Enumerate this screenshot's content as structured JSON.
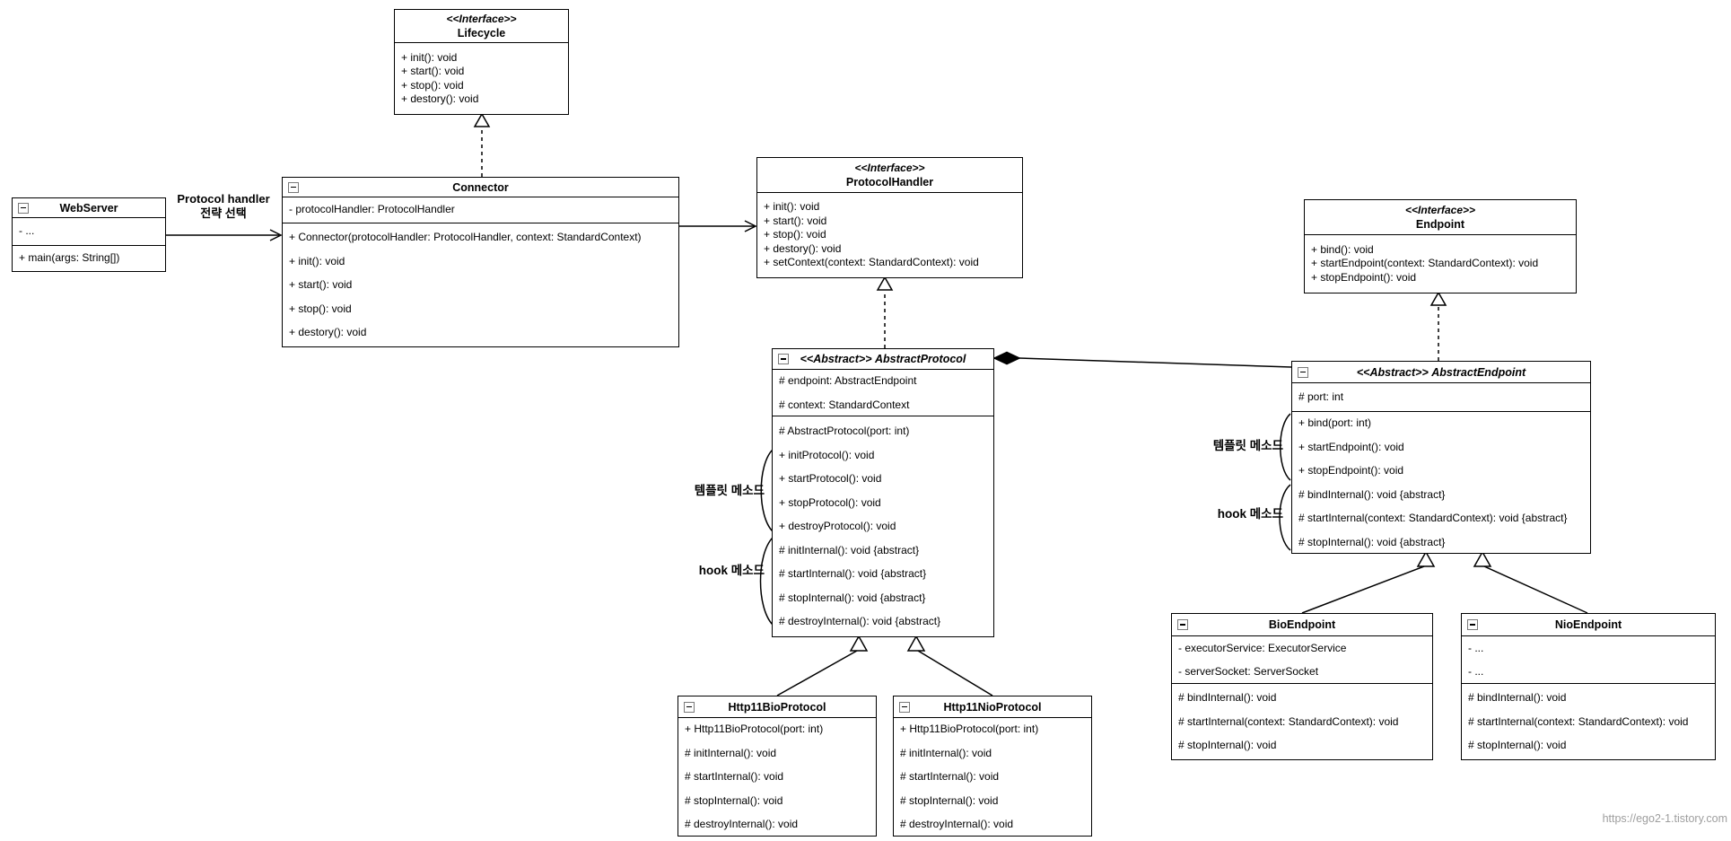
{
  "colors": {
    "line": "#000000",
    "box_bg": "#ffffff",
    "watermark_text": "#9e9e9e"
  },
  "watermark": "https://ego2-1.tistory.com",
  "annotations": {
    "protocol_handler_line1": "Protocol handler",
    "protocol_handler_line2": "전략 선택",
    "protocol_template_label": "템플릿 메소드",
    "protocol_hook_label": "hook 메소드",
    "endpoint_template_label": "템플릿 메소드",
    "endpoint_hook_label": "hook 메소드"
  },
  "classes": {
    "webserver": {
      "name": "WebServer",
      "attributes": [
        "- ..."
      ],
      "methods": [
        "+ main(args: String[])"
      ]
    },
    "lifecycle": {
      "stereotype": "<<Interface>>",
      "name": "Lifecycle",
      "methods": [
        "+ init(): void",
        "+ start(): void",
        "+ stop(): void",
        "+ destory(): void"
      ]
    },
    "connector": {
      "name": "Connector",
      "attributes": [
        "- protocolHandler: ProtocolHandler"
      ],
      "methods": [
        "+ Connector(protocolHandler: ProtocolHandler, context: StandardContext)",
        "+ init(): void",
        "+ start(): void",
        "+ stop(): void",
        "+ destory(): void"
      ]
    },
    "protocol_handler": {
      "stereotype": "<<Interface>>",
      "name": "ProtocolHandler",
      "methods": [
        "+ init(): void",
        "+ start(): void",
        "+ stop(): void",
        "+ destory(): void",
        "+ setContext(context: StandardContext): void"
      ]
    },
    "endpoint": {
      "stereotype": "<<Interface>>",
      "name": "Endpoint",
      "methods": [
        "+ bind(): void",
        "+ startEndpoint(context: StandardContext): void",
        "+ stopEndpoint(): void"
      ]
    },
    "abstract_protocol": {
      "stereotype": "<<Abstract>>",
      "name": "AbstractProtocol",
      "attributes": [
        "# endpoint: AbstractEndpoint",
        "# context: StandardContext"
      ],
      "methods": [
        "# AbstractProtocol(port: int)",
        "+ initProtocol(): void",
        "+ startProtocol(): void",
        "+ stopProtocol(): void",
        "+ destroyProtocol(): void",
        "# initInternal(): void {abstract}",
        "# startInternal(): void {abstract}",
        "# stopInternal(): void {abstract}",
        "# destroyInternal(): void {abstract}"
      ]
    },
    "abstract_endpoint": {
      "stereotype": "<<Abstract>>",
      "name": "AbstractEndpoint",
      "attributes": [
        "# port: int"
      ],
      "methods": [
        "+ bind(port: int)",
        "+ startEndpoint(): void",
        "+ stopEndpoint(): void",
        "# bindInternal(): void {abstract}",
        "# startInternal(context: StandardContext): void {abstract}",
        "# stopInternal(): void {abstract}"
      ]
    },
    "http11_bio_protocol": {
      "name": "Http11BioProtocol",
      "methods": [
        "+ Http11BioProtocol(port: int)",
        "# initInternal(): void",
        "# startInternal(): void",
        "# stopInternal(): void",
        "# destroyInternal(): void"
      ]
    },
    "http11_nio_protocol": {
      "name": "Http11NioProtocol",
      "methods": [
        "+ Http11BioProtocol(port: int)",
        "# initInternal(): void",
        "# startInternal(): void",
        "# stopInternal(): void",
        "# destroyInternal(): void"
      ]
    },
    "bio_endpoint": {
      "name": "BioEndpoint",
      "attributes": [
        "- executorService: ExecutorService",
        "- serverSocket: ServerSocket"
      ],
      "methods": [
        "# bindInternal(): void",
        "# startInternal(context: StandardContext): void",
        "# stopInternal(): void"
      ]
    },
    "nio_endpoint": {
      "name": "NioEndpoint",
      "attributes": [
        "- ...",
        "- ..."
      ],
      "methods": [
        "# bindInternal(): void",
        "# startInternal(context: StandardContext): void",
        "# stopInternal(): void"
      ]
    }
  }
}
